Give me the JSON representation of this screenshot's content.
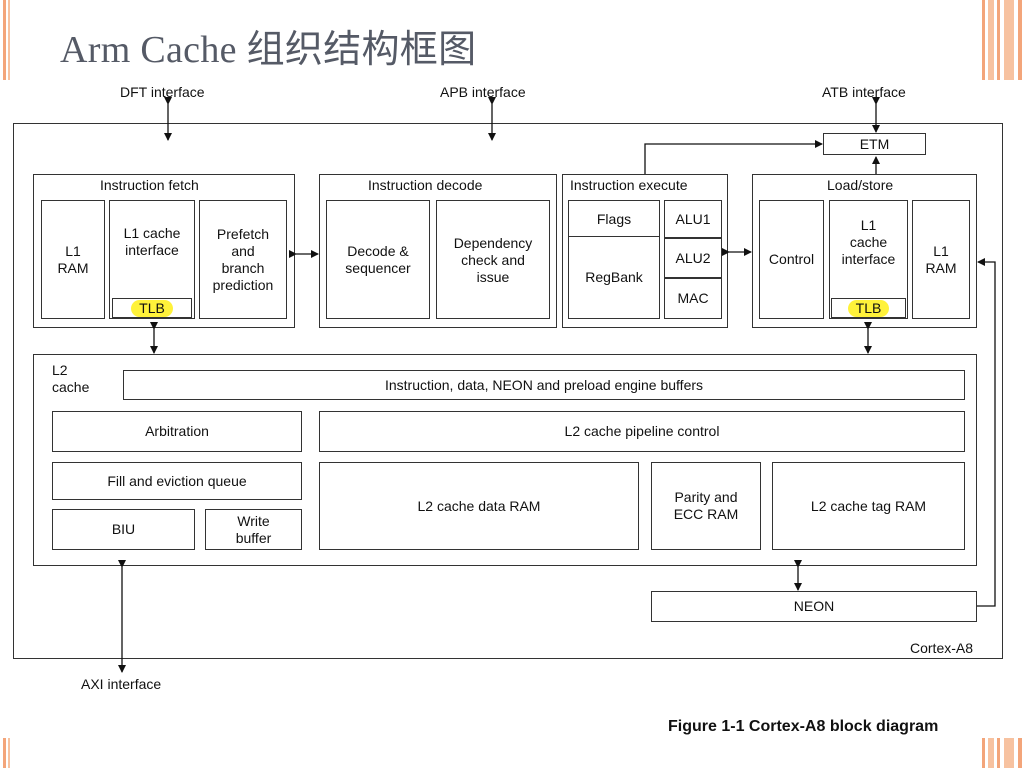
{
  "slide": {
    "title": "Arm Cache 组织结构框图",
    "caption": "Figure 1-1 Cortex-A8 block diagram"
  },
  "interfaces": {
    "dft": "DFT interface",
    "apb": "APB interface",
    "atb": "ATB interface",
    "axi": "AXI interface"
  },
  "core_label": "Cortex-A8",
  "etm": "ETM",
  "fetch": {
    "title": "Instruction fetch",
    "l1_ram": "L1\nRAM",
    "l1_cache_interface": "L1 cache\ninterface",
    "tlb": "TLB",
    "prefetch": "Prefetch\nand\nbranch\nprediction"
  },
  "decode": {
    "title": "Instruction decode",
    "decode_seq": "Decode &\nsequencer",
    "dependency": "Dependency\ncheck and\nissue"
  },
  "execute": {
    "title": "Instruction execute",
    "flags": "Flags",
    "regbank": "RegBank",
    "alu1": "ALU1",
    "alu2": "ALU2",
    "mac": "MAC"
  },
  "loadstore": {
    "title": "Load/store",
    "control": "Control",
    "l1_cache_interface": "L1\ncache\ninterface",
    "tlb": "TLB",
    "l1_ram": "L1\nRAM"
  },
  "l2": {
    "label": "L2\ncache",
    "buffers": "Instruction, data, NEON and preload engine buffers",
    "arbitration": "Arbitration",
    "pipeline": "L2 cache pipeline control",
    "fill_queue": "Fill and eviction queue",
    "biu": "BIU",
    "write_buffer": "Write\nbuffer",
    "data_ram": "L2 cache data RAM",
    "parity": "Parity and\nECC RAM",
    "tag_ram": "L2 cache tag RAM"
  },
  "neon": "NEON",
  "colors": {
    "title": "#555a66",
    "tlb_highlight": "#fff23a",
    "deco_orange": "#f3a57a"
  }
}
